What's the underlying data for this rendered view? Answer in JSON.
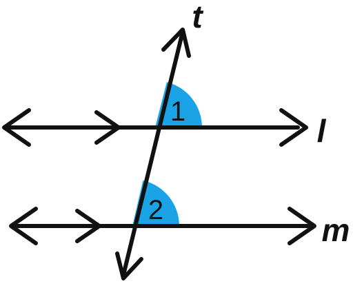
{
  "labels": {
    "transversal": "t",
    "line_top": "l",
    "line_bottom": "m",
    "angle_1": "1",
    "angle_2": "2"
  },
  "colors": {
    "line": "#111111",
    "angle_fill": "#1aa3e6",
    "text": "#111111",
    "background": "#ffffff"
  }
}
